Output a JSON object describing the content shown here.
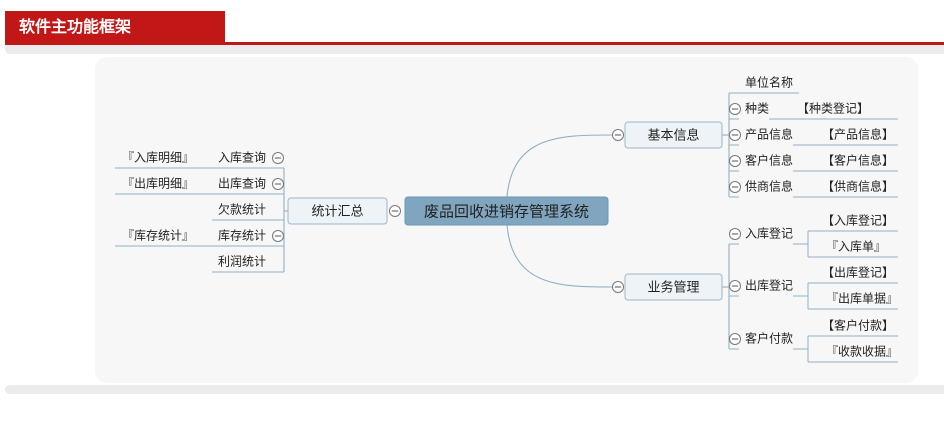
{
  "header": {
    "title": "软件主功能框架"
  },
  "mindmap": {
    "root": "废品回收进销存管理系统",
    "right": [
      {
        "label": "基本信息",
        "children": [
          {
            "label": "单位名称"
          },
          {
            "label": "种类",
            "notes": [
              "【种类登记】"
            ]
          },
          {
            "label": "产品信息",
            "notes": [
              "【产品信息】"
            ]
          },
          {
            "label": "客户信息",
            "notes": [
              "【客户信息】"
            ]
          },
          {
            "label": "供商信息",
            "notes": [
              "【供商信息】"
            ]
          }
        ]
      },
      {
        "label": "业务管理",
        "children": [
          {
            "label": "入库登记",
            "notes": [
              "【入库登记】",
              "『入库单』"
            ]
          },
          {
            "label": "出库登记",
            "notes": [
              "【出库登记】",
              "『出库单据』"
            ]
          },
          {
            "label": "客户付款",
            "notes": [
              "【客户付款】",
              "『收款收据』"
            ]
          }
        ]
      }
    ],
    "left": [
      {
        "label": "统计汇总",
        "children": [
          {
            "label": "入库查询",
            "notes": [
              "『入库明细』"
            ]
          },
          {
            "label": "出库查询",
            "notes": [
              "『出库明细』"
            ]
          },
          {
            "label": "欠款统计"
          },
          {
            "label": "库存统计",
            "notes": [
              "『库存统计』"
            ]
          },
          {
            "label": "利润统计"
          }
        ]
      }
    ]
  }
}
